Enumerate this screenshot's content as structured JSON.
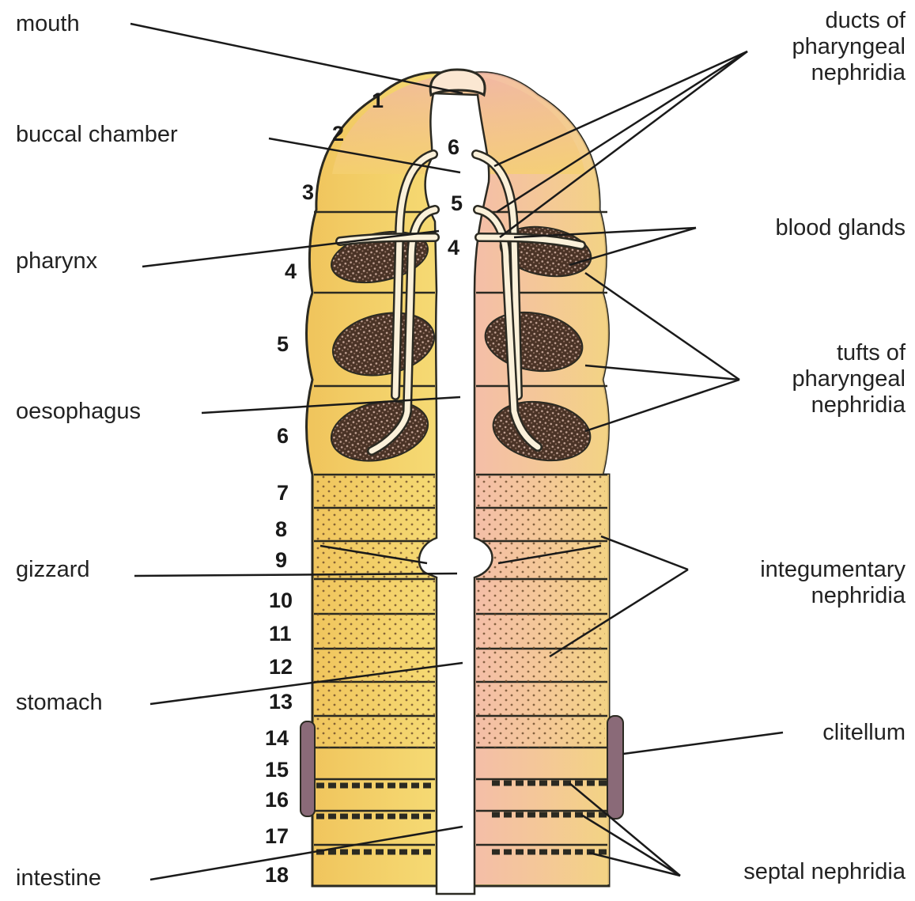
{
  "colors": {
    "body_yellow": "#f4d65a",
    "body_orange": "#eeb45a",
    "body_pink": "#f1a8a0",
    "outline": "#2b2a22",
    "gland_dark": "#3a2a22",
    "leader_line": "#1a1a1a"
  },
  "labels_left": {
    "mouth": "mouth",
    "buccal_chamber": "buccal chamber",
    "pharynx": "pharynx",
    "oesophagus": "oesophagus",
    "gizzard": "gizzard",
    "stomach": "stomach",
    "intestine": "intestine"
  },
  "labels_right": {
    "ducts_pharyngeal_nephridia": "ducts of\npharyngeal\nnephridia",
    "blood_glands": "blood glands",
    "tufts_pharyngeal_nephridia": "tufts of\npharyngeal\nnephridia",
    "integumentary_nephridia": "integumentary\nnephridia",
    "clitellum": "clitellum",
    "septal_nephridia": "septal nephridia"
  },
  "segment_numbers": [
    "1",
    "2",
    "3",
    "4",
    "5",
    "6",
    "7",
    "8",
    "9",
    "10",
    "11",
    "12",
    "13",
    "14",
    "15",
    "16",
    "17",
    "18"
  ],
  "inner_numbers": [
    "6",
    "5",
    "4"
  ]
}
